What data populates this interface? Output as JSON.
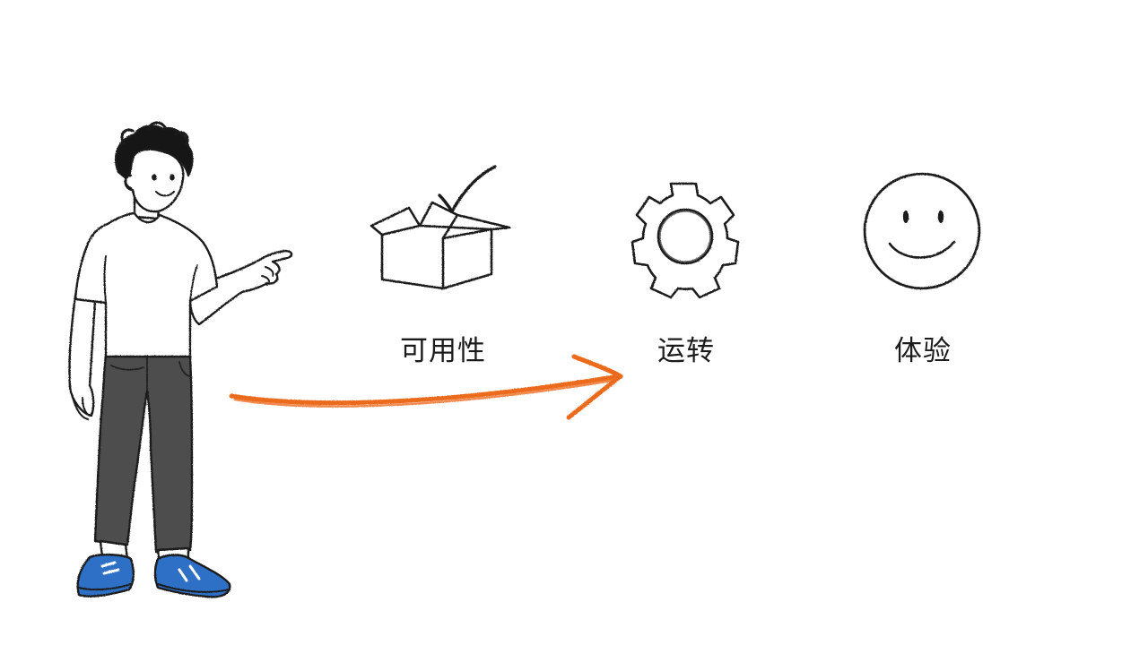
{
  "concepts": [
    {
      "label": "可用性",
      "icon": "open-box-with-check-icon"
    },
    {
      "label": "运转",
      "icon": "gear-icon"
    },
    {
      "label": "体验",
      "icon": "smiley-face-icon"
    }
  ],
  "colors": {
    "ink": "#1b1b1b",
    "arrow": "#ec6a1f",
    "pants": "#4d4d4d",
    "shoes": "#2f6fc6",
    "shirt": "#ffffff"
  }
}
